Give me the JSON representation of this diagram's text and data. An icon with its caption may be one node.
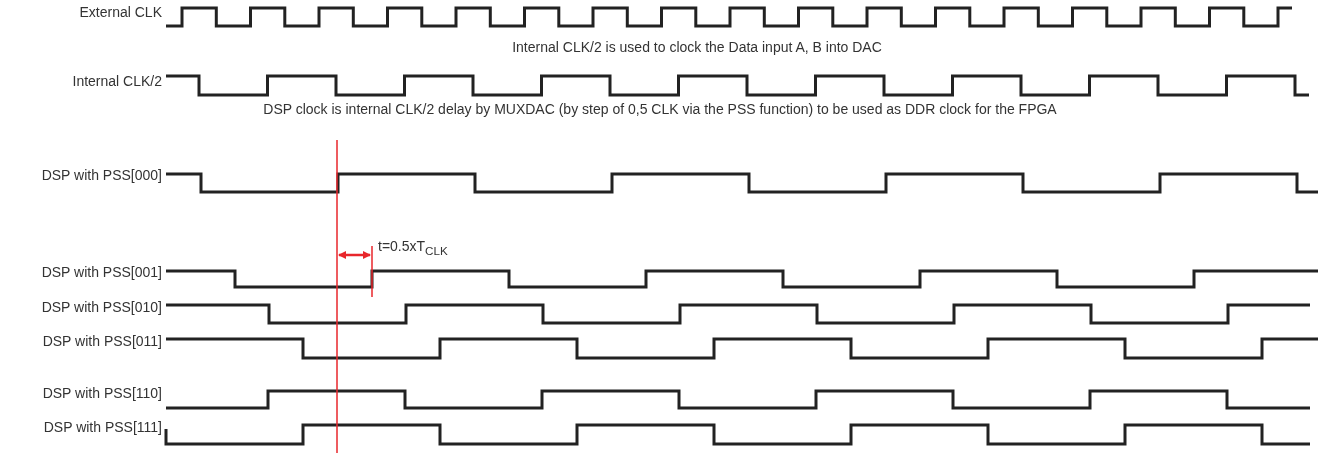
{
  "diagram": {
    "labels": [
      "External CLK",
      "Internal CLK/2 is used to clock the Data input A, B into DAC",
      "Internal CLK/2",
      "DSP clock is internal CLK/2 delay by  MUXDAC (by step of 0,5 CLK via the PSS function) to be used as DDR clock for the FPGA",
      "DSP with PSS[000]",
      "t=0.5xT$_{CLK}$",
      "DSP with PSS[001]",
      "DSP with PSS[010]",
      "DSP with PSS[011]",
      "DSP with PSS[110]",
      "DSP with PSS[111]"
    ]
  }
}
